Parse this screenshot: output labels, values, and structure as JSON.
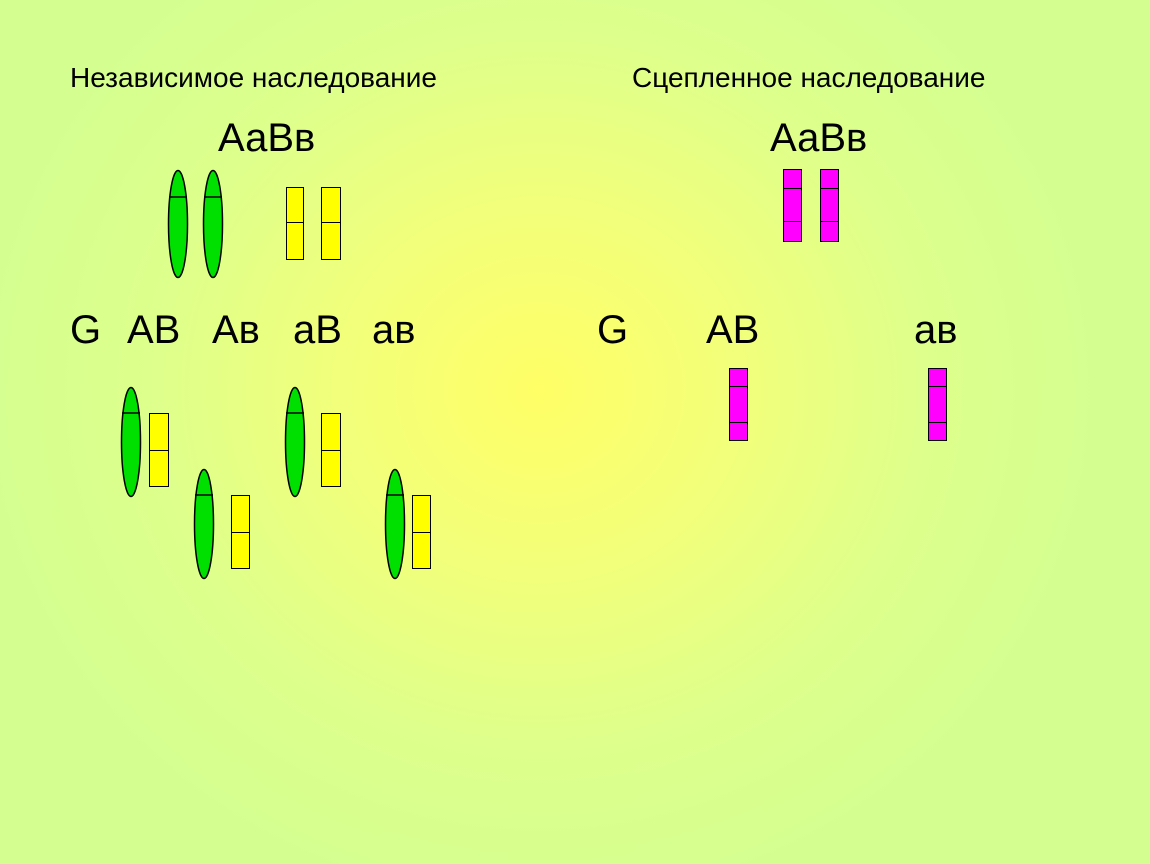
{
  "left": {
    "heading": "Независимое наследование",
    "genotype": "АаВв",
    "gametes_symbol": "G",
    "gametes": [
      "АВ",
      "Ав",
      "аВ",
      "ав"
    ]
  },
  "right": {
    "heading": "Сцепленное наследование",
    "genotype": "АаВв",
    "gametes_symbol": "G",
    "gametes": [
      "АВ",
      "ав"
    ]
  },
  "colors": {
    "green_chromosome": "#00e000",
    "yellow_chromosome": "#ffff00",
    "magenta_chromosome": "#ff00ff"
  }
}
